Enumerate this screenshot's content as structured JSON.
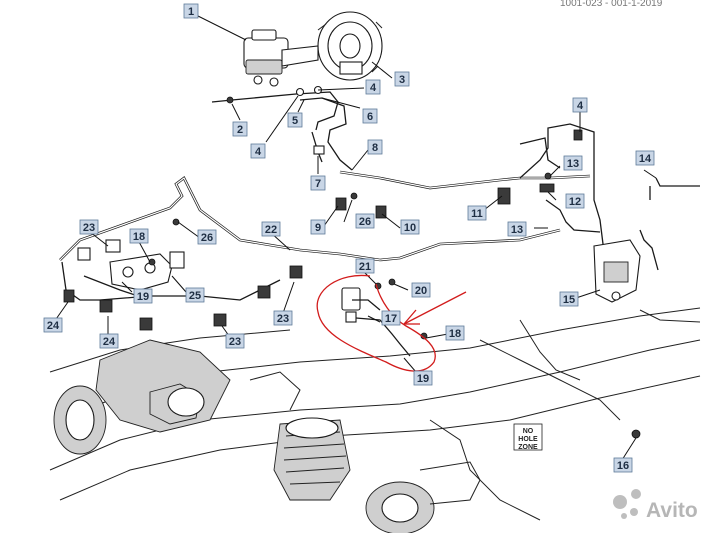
{
  "header_ref": "1001-023 - 001-1-2019",
  "callouts": {
    "c1": "1",
    "c2": "2",
    "c3": "3",
    "c4a": "4",
    "c4b": "4",
    "c4c": "4",
    "c5": "5",
    "c6": "6",
    "c7": "7",
    "c8": "8",
    "c9": "9",
    "c10": "10",
    "c11": "11",
    "c12": "12",
    "c13a": "13",
    "c13b": "13",
    "c14": "14",
    "c15": "15",
    "c16": "16",
    "c17": "17",
    "c18a": "18",
    "c18b": "18",
    "c19a": "19",
    "c19b": "19",
    "c20": "20",
    "c21": "21",
    "c22": "22",
    "c23a": "23",
    "c23b": "23",
    "c23c": "23",
    "c24a": "24",
    "c24b": "24",
    "c25": "25",
    "c26a": "26",
    "c26b": "26"
  },
  "frame_label": {
    "line1": "NO",
    "line2": "HOLE",
    "line3": "ZONE"
  },
  "watermark": {
    "text": "Avito",
    "icon": "avito-logo-icon"
  },
  "annotation_color": "#d21c1c"
}
